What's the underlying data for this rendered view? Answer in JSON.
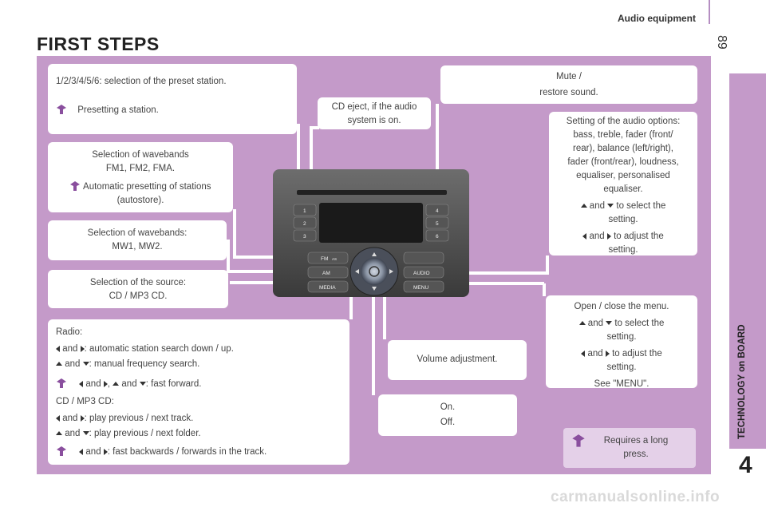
{
  "header": {
    "section": "Audio equipment",
    "page_number": "89"
  },
  "title": "FIRST STEPS",
  "sidebar": {
    "label": "TECHNOLOGY on BOARD",
    "chapter": "4"
  },
  "boxes": {
    "preset": {
      "line1": "1/2/3/4/5/6: selection of the preset station.",
      "line2": "Presetting a station."
    },
    "eject": {
      "line1": "CD eject, if the audio",
      "line2": "system is on."
    },
    "mute": {
      "line1": "Mute /",
      "line2": "restore sound."
    },
    "wavebands_fm": {
      "line1": "Selection of wavebands",
      "line2": "FM1, FM2, FMA.",
      "line3": "Automatic presetting of stations",
      "line4": "(autostore)."
    },
    "wavebands_mw": {
      "line1": "Selection of wavebands:",
      "line2": "MW1, MW2."
    },
    "source": {
      "line1": "Selection of the source:",
      "line2": "CD / MP3 CD."
    },
    "audio_options": {
      "line1": "Setting of the audio options:",
      "line2": "bass, treble, fader (front/",
      "line3": "rear), balance (left/right),",
      "line4": "fader (front/rear), loudness,",
      "line5": "equaliser, personalised",
      "line6": "equaliser.",
      "and1": "and",
      "sel": "to select the",
      "sel2": "setting.",
      "and2": "and",
      "adj": "to adjust the",
      "adj2": "setting."
    },
    "menu": {
      "line1": "Open / close the menu.",
      "and1": "and",
      "sel": "to select the",
      "sel2": "setting.",
      "and2": "and",
      "adj": "to adjust the",
      "adj2": "setting.",
      "see": "See \"MENU\"."
    },
    "radio": {
      "heading": "Radio:",
      "and": "and",
      "r1": ": automatic station search down / up.",
      "r2": ": manual frequency search.",
      "r3a": ",",
      "r3b": ": fast forward.",
      "cd_heading": "CD / MP3 CD:",
      "c1": ": play previous / next track.",
      "c2": ": play previous / next folder.",
      "c3": ": fast backwards / forwards in the track."
    },
    "volume": {
      "text": "Volume adjustment."
    },
    "onoff": {
      "line1": "On.",
      "line2": "Off."
    },
    "longpress": {
      "line1": "Requires a long",
      "line2": "press."
    }
  },
  "radio_buttons": {
    "b1": "1",
    "b2": "2",
    "b3": "3",
    "b4": "4",
    "b5": "5",
    "b6": "6",
    "fm": "FM",
    "fm_sub": "AS",
    "am": "AM",
    "media": "MEDIA",
    "audio": "AUDIO",
    "menu": "MENU"
  },
  "colors": {
    "panel": "#c49ac9",
    "icon": "#8a4f9e"
  },
  "watermark": "carmanualsonline.info"
}
